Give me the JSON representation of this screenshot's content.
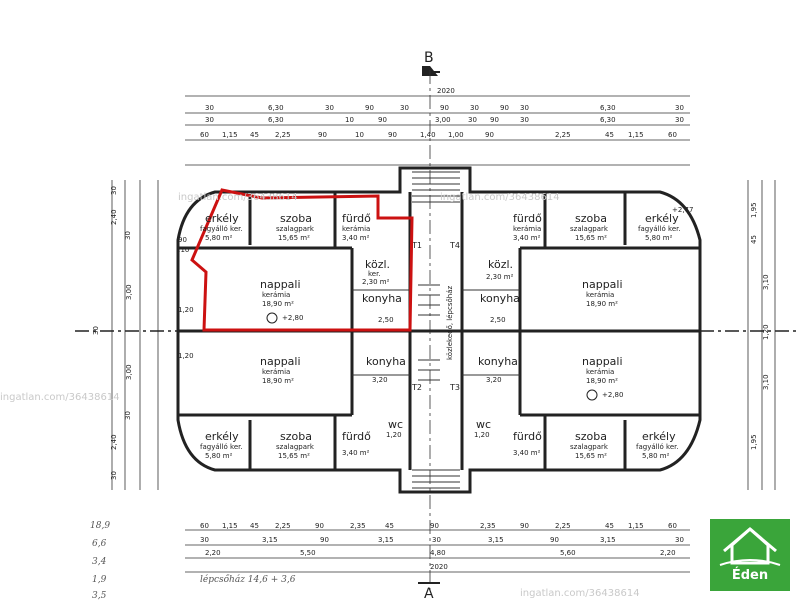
{
  "section_marker": "B",
  "bottom_marker": "A",
  "overall_dim": "2020",
  "top_dims": {
    "row1": [
      "30",
      "6,30",
      "30",
      "90",
      "30",
      "90",
      "30",
      "90",
      "30",
      "6,30",
      "30"
    ],
    "row2": [
      "30",
      "6,30",
      "10",
      "90",
      "3,00",
      "30",
      "90",
      "30",
      "6,30",
      "30"
    ],
    "row3": [
      "60",
      "1,15",
      "45",
      "2,25",
      "90",
      "10",
      "90",
      "1,40",
      "1,00",
      "90",
      "2,25",
      "45",
      "1,15",
      "60"
    ]
  },
  "left_dims": [
    "30",
    "2,40",
    "30",
    "90",
    "210",
    "1,20",
    "3,00",
    "30",
    "3,00",
    "1,20",
    "30",
    "2,40",
    "30"
  ],
  "right_dims": [
    "1,95",
    "45",
    "3,10",
    "1,20",
    "3,10",
    "1,95"
  ],
  "bottom_dims": {
    "row1": [
      "60",
      "1,15",
      "45",
      "2,25",
      "90",
      "2,35",
      "45",
      "90",
      "2,35",
      "90",
      "2,25",
      "45",
      "1,15",
      "60"
    ],
    "row2": [
      "30",
      "3,15",
      "90",
      "3,15",
      "30",
      "3,15",
      "90",
      "3,15",
      "30"
    ],
    "row3": [
      "2,20",
      "5,50",
      "4,80",
      "5,60",
      "2,20"
    ]
  },
  "rooms": {
    "erkely_tl": {
      "name": "erkély",
      "sub": "fagyálló ker.",
      "area": "5,80 m²"
    },
    "szoba_tl": {
      "name": "szoba",
      "sub": "szalagpark",
      "area": "15,65 m²"
    },
    "furdo_tl": {
      "name": "fürdő",
      "sub": "kerámia",
      "area": "3,40 m²"
    },
    "kozl_tl": {
      "name": "közl.",
      "sub": "ker.",
      "area": "2,30 m²"
    },
    "nappali_tl": {
      "name": "nappali",
      "sub": "kerámia",
      "area": "18,90 m²"
    },
    "konyha_tl": {
      "name": "konyha",
      "area": "2,50"
    },
    "nappali_bl": {
      "name": "nappali",
      "sub": "kerámia",
      "area": "18,90 m²"
    },
    "konyha_bl": {
      "name": "konyha",
      "area": "3,20"
    },
    "erkely_bl": {
      "name": "erkély",
      "sub": "fagyálló ker.",
      "area": "5,80 m²"
    },
    "szoba_bl": {
      "name": "szoba",
      "sub": "szalagpark",
      "area": "15,65 m²"
    },
    "furdo_bl": {
      "name": "fürdő",
      "area": "3,40 m²"
    },
    "wc_bl": {
      "name": "wc",
      "area": "1,20"
    },
    "erkely_tr": {
      "name": "erkély",
      "sub": "fagyálló ker.",
      "area": "5,80 m²"
    },
    "szoba_tr": {
      "name": "szoba",
      "sub": "szalagpark",
      "area": "15,65 m²"
    },
    "furdo_tr": {
      "name": "fürdő",
      "sub": "kerámia",
      "area": "3,40 m²"
    },
    "kozl_tr": {
      "name": "közl.",
      "area": "2,30 m²"
    },
    "nappali_tr": {
      "name": "nappali",
      "sub": "kerámia",
      "area": "18,90 m²"
    },
    "konyha_tr": {
      "name": "konyha",
      "area": "2,50"
    },
    "nappali_br": {
      "name": "nappali",
      "sub": "kerámia",
      "area": "18,90 m²"
    },
    "konyha_br": {
      "name": "konyha",
      "area": "3,20"
    },
    "erkely_br": {
      "name": "erkély",
      "sub": "fagyálló ker.",
      "area": "5,80 m²"
    },
    "szoba_br": {
      "name": "szoba",
      "sub": "szalagpark",
      "area": "15,65 m²"
    },
    "furdo_br": {
      "name": "fürdő",
      "area": "3,40 m²"
    },
    "wc_br": {
      "name": "wc",
      "area": "1,20"
    }
  },
  "stair_labels": {
    "t1": "T1",
    "t4": "T4",
    "t2": "T2",
    "t3": "T3"
  },
  "stair_text": "közlekedő, lépcsőház",
  "levels": {
    "left": "+2,80",
    "right": "+2,80",
    "corner": "+2,77"
  },
  "watermarks": [
    "ingatlan.com/36438614",
    "ingatlan.com/36438614",
    "ingatlan.com/36438614",
    "ingatlan.com/36438614"
  ],
  "handwritten_margin": [
    "18,9",
    "6,6",
    "3,4",
    "1,9",
    "3,5"
  ],
  "handwritten_bottom": "lépcsőház 14,6 + 3,6",
  "logo": {
    "label": "Éden",
    "color": "#3aa53a"
  },
  "highlight_color": "#cc1111"
}
